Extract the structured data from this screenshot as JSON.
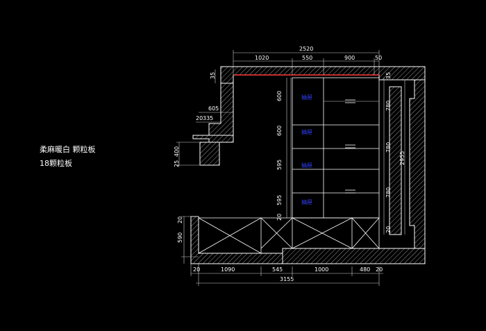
{
  "notes": {
    "material": "柔麻暖白 颗粒板",
    "board": "18颗粒板"
  },
  "labels": {
    "drawer": "抽屉"
  },
  "dims": {
    "top_total": "2520",
    "top_1020": "1020",
    "top_550": "550",
    "top_900": "900",
    "top_50": "50",
    "left_35": "35",
    "left_605": "605",
    "left_20": "20",
    "left_335": "335",
    "left_400": "400",
    "left_25": "25",
    "left_590": "590",
    "left_20b": "20",
    "mid_600a": "600",
    "mid_600b": "600",
    "mid_595a": "595",
    "mid_595b": "595",
    "mid_20": "20",
    "right_780a": "780",
    "right_780b": "780",
    "right_780c": "780",
    "right_2955": "2955",
    "right_35": "35",
    "right_20": "20",
    "bot_20a": "20",
    "bot_1090": "1090",
    "bot_545": "545",
    "bot_1000": "1000",
    "bot_480": "480",
    "bot_20b": "20",
    "bot_total": "3155"
  },
  "colors": {
    "background": "#000000",
    "line": "#ffffff",
    "accent_red": "#ff3b3b",
    "label_blue": "#3344ff"
  }
}
